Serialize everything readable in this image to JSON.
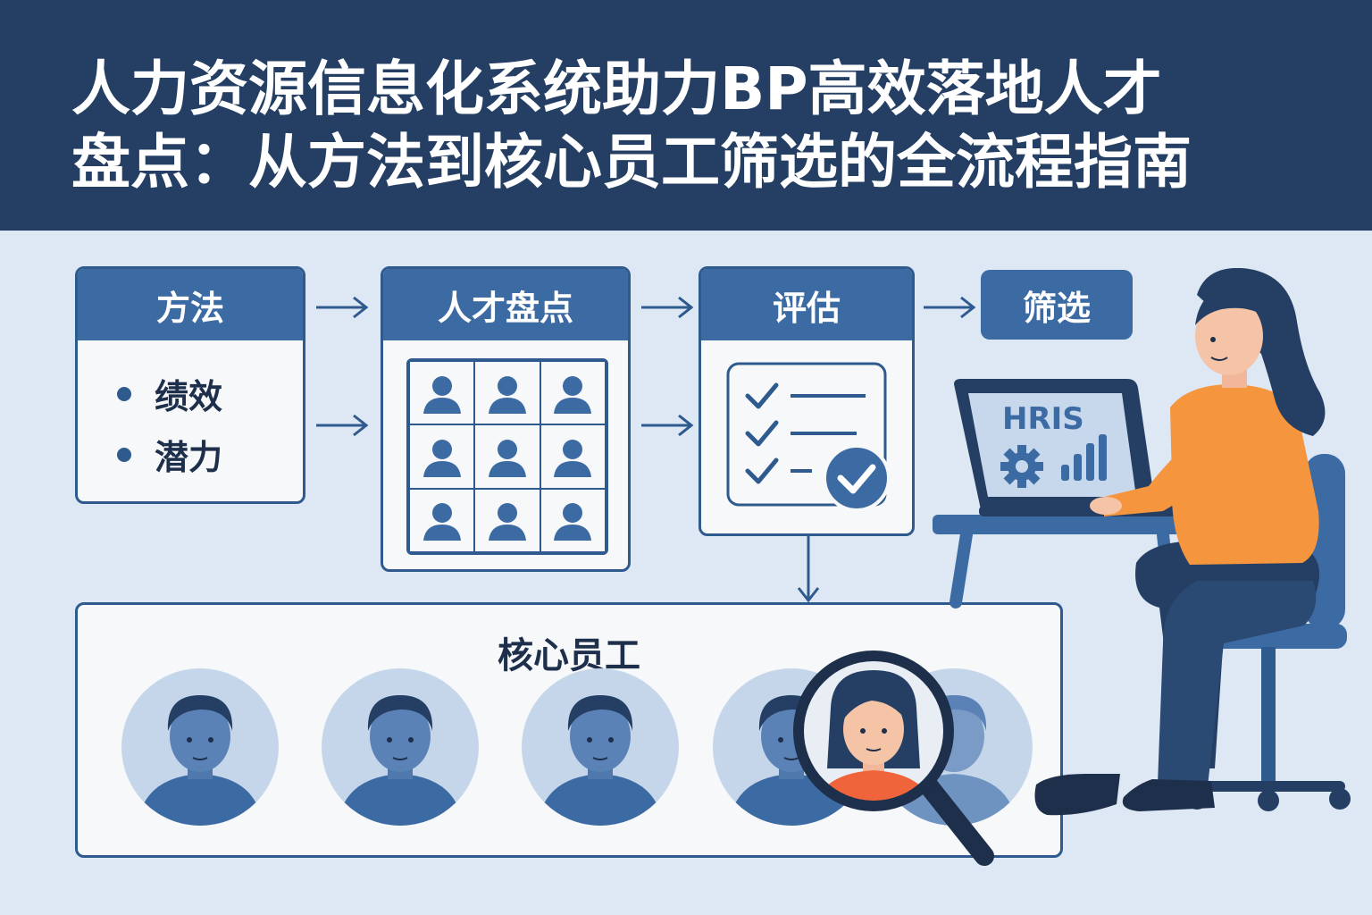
{
  "header": {
    "title_line1": "人力资源信息化系统助力BP高效落地人才",
    "title_line2": "盘点：从方法到核心员工筛选的全流程指南"
  },
  "flow": {
    "method": {
      "title": "方法",
      "items": [
        "绩效",
        "潜力"
      ]
    },
    "talent_review": {
      "title": "人才盘点"
    },
    "evaluation": {
      "title": "评估"
    },
    "screening": {
      "title": "筛选"
    }
  },
  "core": {
    "title": "核心员工"
  },
  "laptop": {
    "screen_label": "HRIS"
  },
  "colors": {
    "header_bg": "#243f63",
    "accent": "#3c6aa3",
    "background": "#dde8f4",
    "highlight": "#f0643c",
    "sweater": "#f5963f"
  },
  "icons": [
    "arrow-right-icon",
    "person-icon",
    "checkmark-icon",
    "gear-icon",
    "bar-chart-icon",
    "magnifier-icon"
  ]
}
